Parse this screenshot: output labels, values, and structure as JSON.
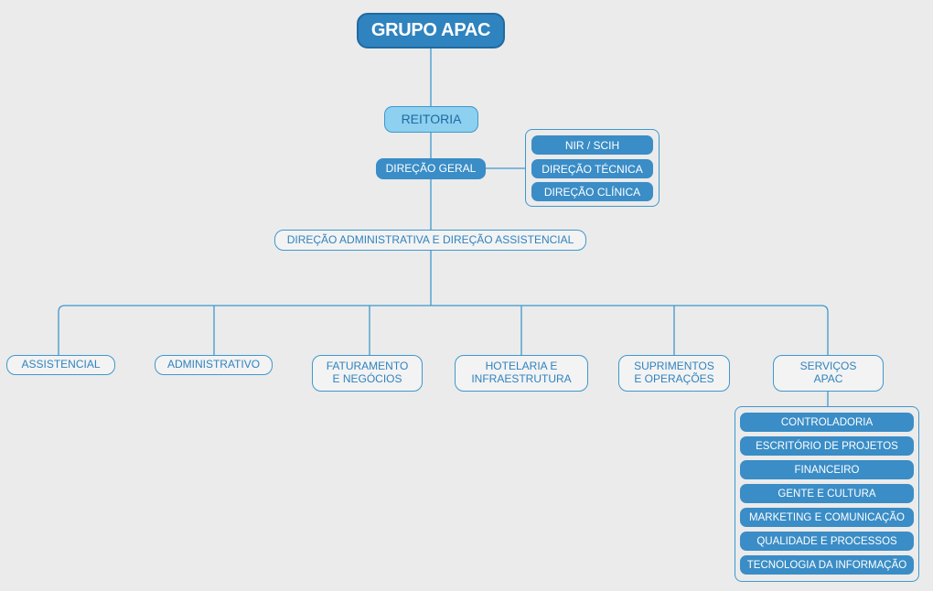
{
  "root": {
    "label": "GRUPO APAC"
  },
  "reitoria": {
    "label": "REITORIA"
  },
  "direcao_geral": {
    "label": "DIREÇÃO GERAL"
  },
  "side_units": [
    "NIR / SCIH",
    "DIREÇÃO TÉCNICA",
    "DIREÇÃO CLÍNICA"
  ],
  "direcao_adm_assist": {
    "label": "DIREÇÃO ADMINISTRATIVA E DIREÇÃO ASSISTENCIAL"
  },
  "departments": [
    "ASSISTENCIAL",
    "ADMINISTRATIVO",
    "FATURAMENTO\nE  NEGÓCIOS",
    "HOTELARIA E\nINFRAESTRUTURA",
    "SUPRIMENTOS\nE OPERAÇÕES",
    "SERVIÇOS\nAPAC"
  ],
  "servicos_apac_units": [
    "CONTROLADORIA",
    "ESCRITÓRIO DE PROJETOS",
    "FINANCEIRO",
    "GENTE E CULTURA",
    "MARKETING E COMUNICAÇÃO",
    "QUALIDADE E PROCESSOS",
    "TECNOLOGIA DA INFORMAÇÃO"
  ],
  "colors": {
    "background": "#ebebeb",
    "primary_blue": "#2f83bf",
    "pill_blue": "#3a8dc6",
    "light_blue": "#8dd0ef",
    "line": "#3f98cc"
  }
}
